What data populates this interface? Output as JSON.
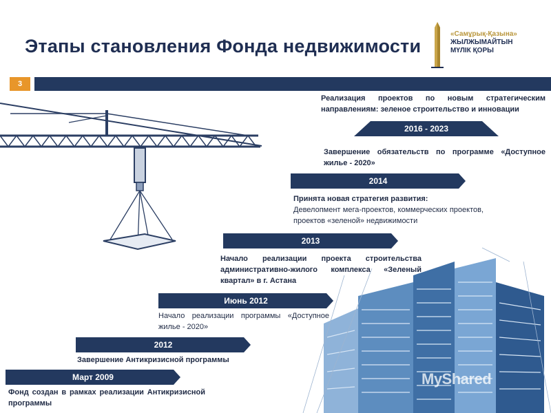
{
  "title": "Этапы становления Фонда недвижимости",
  "page_number": "3",
  "logo": {
    "line1": "«Самұрық-Қазына»",
    "line2": "ЖЫЛЖЫМАЙТЫН",
    "line3": "МҮЛІК ҚОРЫ"
  },
  "stages": [
    {
      "label": "Март 2009",
      "text": "Фонд создан в рамках реализации Антикризисной программы"
    },
    {
      "label": "2012",
      "text": "Завершение Антикризисной программы"
    },
    {
      "label": "Июнь 2012",
      "text": "Начало реализации программы «Доступное жилье - 2020»"
    },
    {
      "label": "2013",
      "text": "Начало реализации проекта строительства административно-жилого комплекса «Зеленый квартал» в г. Астана"
    },
    {
      "label": "2014",
      "text_heading": "Принята новая стратегия развития:",
      "text": "Девелопмент мега-проектов, коммерческих проектов, проектов «зеленой» недвижимости"
    },
    {
      "label": "2016 - 2023",
      "text_above": "Реализация проектов по новым стратегическим направлениям: зеленое строительство и инновации",
      "text": "Завершение обязательств по программе «Доступное жилье - 2020»"
    }
  ],
  "watermark": "MyShared",
  "colors": {
    "navy": "#23395f",
    "orange": "#e8962a",
    "gold": "#b9963c"
  }
}
